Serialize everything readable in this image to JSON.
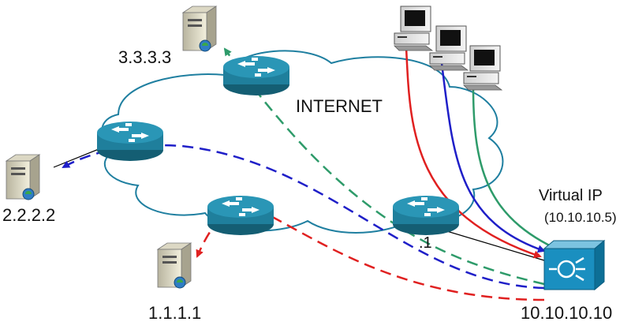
{
  "labels": {
    "cloud": "INTERNET",
    "server_top": "3.3.3.3",
    "server_left": "2.2.2.2",
    "server_bottom": "1.1.1.1",
    "vip_title": "Virtual IP",
    "vip_address": "(10.10.10.5)",
    "lb_address": "10.10.10.10",
    "router_interface": ".1"
  },
  "colors": {
    "red": "#e02020",
    "blue": "#1f1fc8",
    "green": "#2e9b6a",
    "router_fill": "#1f7f9c",
    "lb_fill": "#1a8fc0",
    "cloud_stroke": "#1f7fa0"
  },
  "icons": [
    "server-icon",
    "router-icon",
    "desktop-computer-icon",
    "load-balancer-icon",
    "internet-cloud"
  ]
}
